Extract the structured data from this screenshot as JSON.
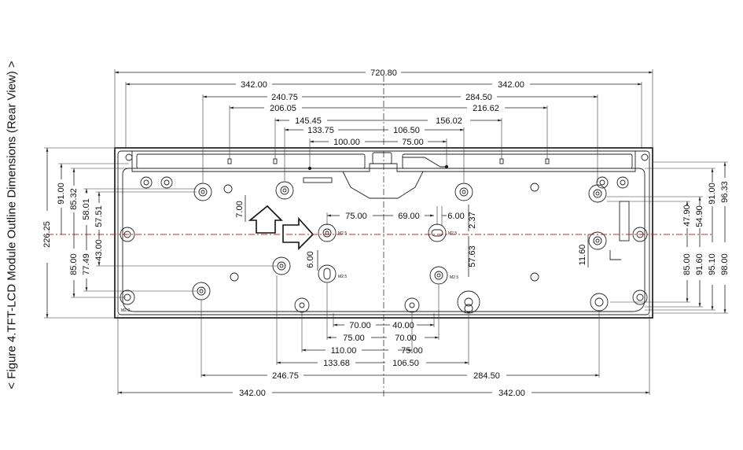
{
  "caption": "< Figure 4.TFT-LCD Module Outline Dimensions (Rear View) >",
  "dims": {
    "d720_80": "720.80",
    "d342_tl": "342.00",
    "d342_tr": "342.00",
    "d240_75": "240.75",
    "d284_50_t": "284.50",
    "d206_05": "206.05",
    "d216_62": "216.62",
    "d145_45": "145.45",
    "d156_02": "156.02",
    "d133_75": "133.75",
    "d106_50_t": "106.50",
    "d100_00": "100.00",
    "d75_00_t": "75.00",
    "d75_00_m": "75.00",
    "d69_00": "69.00",
    "d6_00_h": "6.00",
    "d2_37": "2.37",
    "d57_63": "57.63",
    "d6_00_v": "6.00",
    "d7_00": "7.00",
    "d11_60": "11.60",
    "d70_00_a": "70.00",
    "d40_00": "40.00",
    "d75_00_b": "75.00",
    "d70_00_b": "70.00",
    "d110_00": "110.00",
    "d75_00_c": "75.00",
    "d133_68": "133.68",
    "d106_50_b": "106.50",
    "d246_75": "246.75",
    "d284_50_b": "284.50",
    "d342_bl": "342.00",
    "d342_br": "342.00",
    "d226_25": "226.25",
    "d91_00_l": "91.00",
    "d85_32": "85.32",
    "d58_01": "58.01",
    "d57_51": "57.51",
    "d43_00": "43.00",
    "d85_00_l": "85.00",
    "d77_49": "77.49",
    "d91_00_r": "91.00",
    "d96_33": "96.33",
    "d47_90": "47.90",
    "d54_90": "54.90",
    "d85_00_r": "85.00",
    "d91_60": "91.60",
    "d95_10": "95.10",
    "d98_00": "98.00"
  },
  "screw_labels": {
    "m25_a": "M2.5",
    "m25_b": "M2.5",
    "m25_c": "M2.5",
    "m25_d": "M2.5",
    "m20": "M2.0"
  }
}
